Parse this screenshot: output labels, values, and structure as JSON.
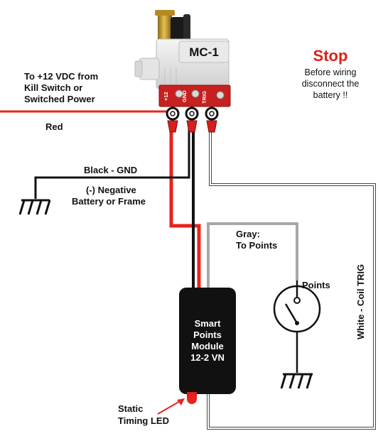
{
  "module": {
    "name": "MC-1",
    "pins": [
      "+12",
      "GND",
      "TRIG"
    ]
  },
  "warning": {
    "title": "Stop",
    "lines": [
      "Before wiring",
      "disconnect the",
      "battery !!"
    ]
  },
  "labels": {
    "power_source": [
      "To +12 VDC from",
      "Kill Switch or",
      "Switched Power"
    ],
    "red": "Red",
    "black_gnd": "Black - GND",
    "negative": [
      "(-) Negative",
      "Battery or Frame"
    ],
    "gray": [
      "Gray:",
      "To Points"
    ],
    "points": "Points",
    "white_trig": "White - Coil  TRIG",
    "spm": [
      "Smart",
      "Points",
      "Module",
      "12-2 VN"
    ],
    "led": [
      "Static",
      "Timing LED"
    ]
  },
  "colors": {
    "red_wire": "#e8231d",
    "black_wire": "#111111",
    "gray_wire": "#a8a8a8",
    "warning": "#e0201b",
    "module_box": "#111111"
  },
  "icons": [
    "ground-symbol-icon",
    "points-switch-icon",
    "brass-connector-icon",
    "terminal-ring-icon",
    "arrow-icon"
  ]
}
